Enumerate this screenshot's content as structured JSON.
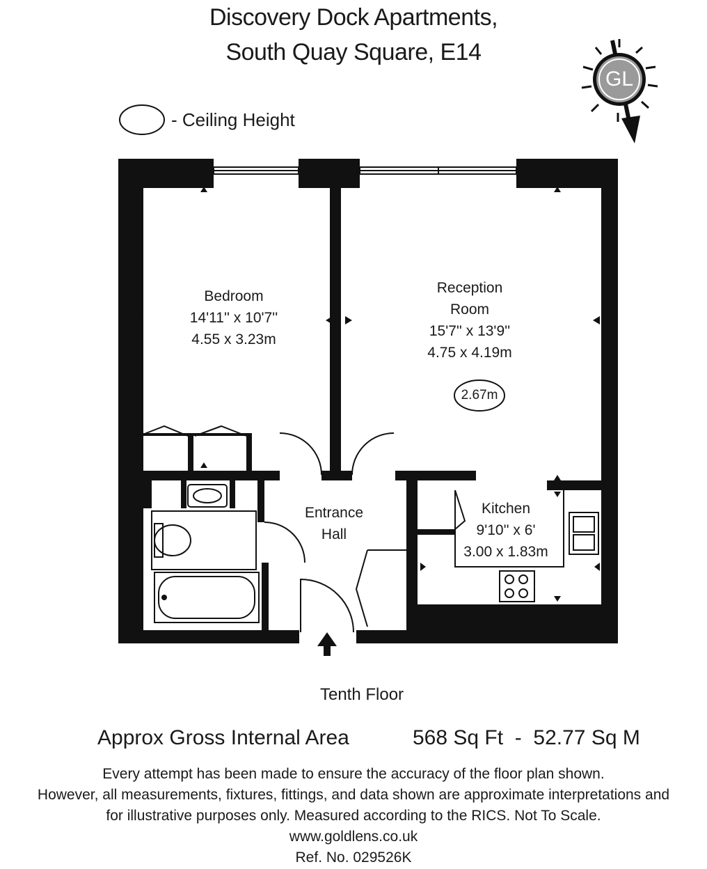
{
  "header": {
    "title_line1": "Discovery Dock Apartments,",
    "title_line2": "South Quay Square, E14"
  },
  "logo": {
    "text": "GL",
    "icon": "compass-logo-icon"
  },
  "legend": {
    "text": "- Ceiling Height"
  },
  "rooms": {
    "bedroom": {
      "name": "Bedroom",
      "imperial": "14'11'' x 10'7''",
      "metric": "4.55 x 3.23m"
    },
    "reception": {
      "name_line1": "Reception",
      "name_line2": "Room",
      "imperial": "15'7'' x 13'9''",
      "metric": "4.75 x 4.19m",
      "ceiling_height": "2.67m"
    },
    "kitchen": {
      "name": "Kitchen",
      "imperial": "9'10'' x 6'",
      "metric": "3.00 x 1.83m"
    },
    "hall": {
      "name_line1": "Entrance",
      "name_line2": "Hall"
    }
  },
  "floor_label": "Tenth Floor",
  "area": {
    "label": "Approx Gross Internal Area",
    "value": "568 Sq Ft  -  52.77 Sq M"
  },
  "disclaimer": {
    "line1": "Every attempt has been made to ensure the accuracy of the floor plan shown.",
    "line2": "However, all measurements, fixtures, fittings, and data shown are approximate interpretations and",
    "line3": "for illustrative purposes only. Measured according to the RICS. Not To Scale.",
    "website": "www.goldlens.co.uk",
    "ref": "Ref. No. 029526K"
  },
  "colors": {
    "wall": "#111111",
    "logo_grey": "#9a9a9a",
    "background": "#ffffff"
  }
}
